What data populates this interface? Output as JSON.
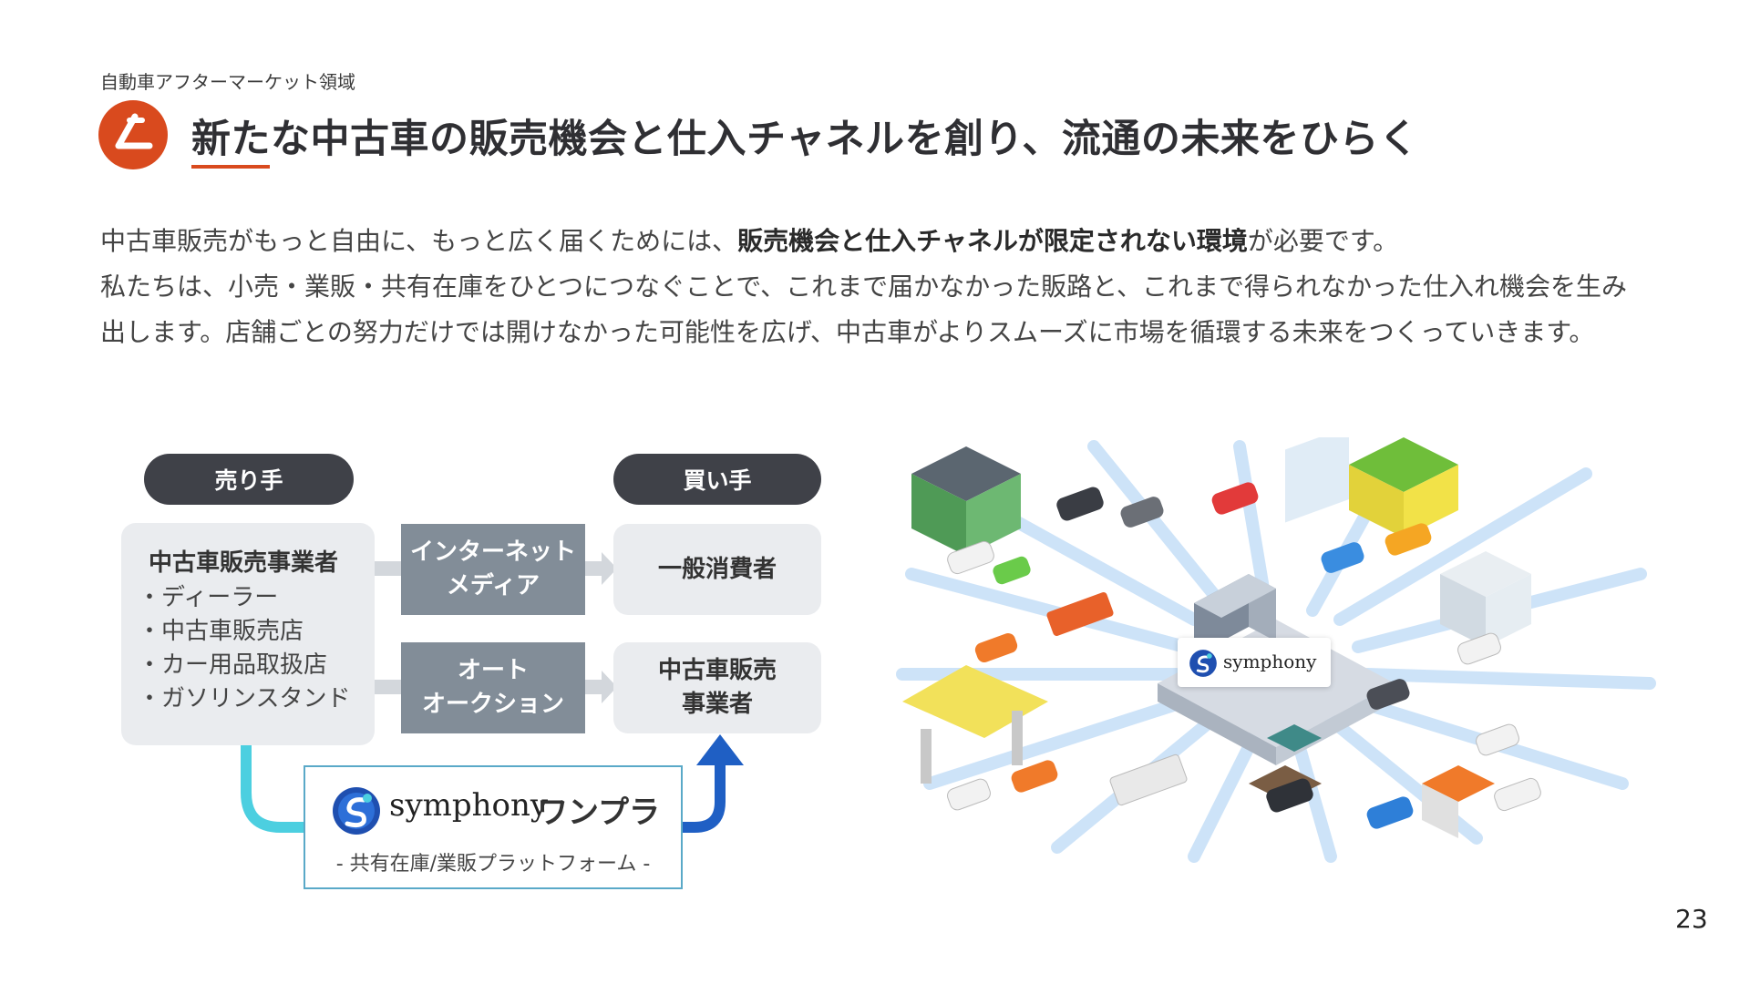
{
  "header": {
    "section_label": "自動車アフターマーケット領域",
    "title": "新たな中古車の販売機会と仕入チャネルを創り、流通の未来をひらく",
    "accent_color": "#d94a1e"
  },
  "body": {
    "line1_pre": "中古車販売がもっと自由に、もっと広く届くためには、",
    "line1_bold": "販売機会と仕入チャネルが限定されない環境",
    "line1_post": "が必要です。",
    "paragraph2": "私たちは、小売・業販・共有在庫をひとつにつなぐことで、これまで届かなかった販路と、これまで得られなかった仕入れ機会を生み出します。店舗ごとの努力だけでは開けなかった可能性を広げ、中古車がよりスムーズに市場を循環する未来をつくっていきます。"
  },
  "diagram": {
    "seller_label": "売り手",
    "buyer_label": "買い手",
    "seller": {
      "title": "中古車販売事業者",
      "items": [
        "ディーラー",
        "中古車販売店",
        "カー用品取扱店",
        "ガソリンスタンド"
      ]
    },
    "channels": [
      {
        "line1": "インターネット",
        "line2": "メディア"
      },
      {
        "line1": "オート",
        "line2": "オークション"
      }
    ],
    "buyers": [
      {
        "line1": "一般消費者",
        "line2": ""
      },
      {
        "line1": "中古車販売",
        "line2": "事業者"
      }
    ],
    "platform": {
      "brand": "symphony",
      "name": "ワンプラ",
      "subtitle": "- 共有在庫/業販プラットフォーム -"
    },
    "colors": {
      "pill": "#3f4148",
      "channel_box": "#828d98",
      "light_box": "#eaecef",
      "connector_left": "#4ccfe0",
      "connector_right": "#1f5fc4"
    }
  },
  "illustration": {
    "hub_label": "symphony"
  },
  "page_number": "23"
}
